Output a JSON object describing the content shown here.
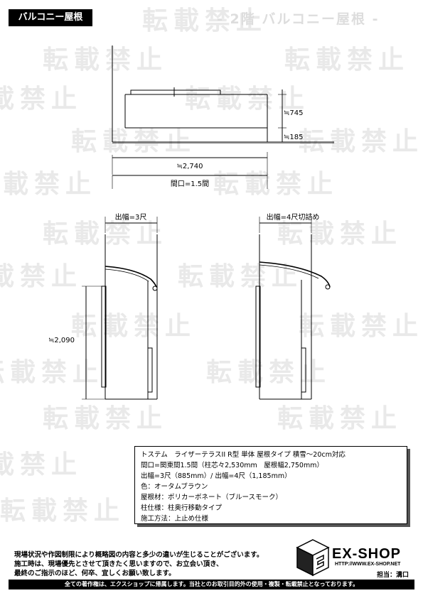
{
  "header": {
    "tab": "バルコニー屋根",
    "title": "- 2階 バルコニー屋根 -"
  },
  "watermark": "転載禁止",
  "top_view": {
    "dim_height": "≒745",
    "dim_base": "≒185",
    "dim_width": "≒2,740",
    "dim_opening": "間口=1.5間"
  },
  "side_view_left": {
    "label": "出幅=3尺",
    "dim_height": "≒2,090"
  },
  "side_view_right": {
    "label": "出幅=4尺切詰め"
  },
  "spec": {
    "lines": [
      "トステム　ライザーテラスII R型 単体 屋根タイプ 積雪～20cm対応",
      "間口=関東間1.5間（柱芯々2,530mm　屋根幅2,750mm）",
      "出幅=3尺（885mm）/ 出幅=4尺（1,185mm）",
      "色：オータムブラウン",
      "屋根材：ポリカーボネート（ブルースモーク）",
      "柱仕様：柱奥行移動タイプ",
      "施工方法：上止め仕様"
    ]
  },
  "notes": {
    "lines": [
      "現場状況や作図制限により概略図の内容と多少の違いが生じることがございます。",
      "施工時は、現場優先とさせて頂きたく思いますので、お立会い頂き、",
      "最終のご指示のほど、何卒、宜しくお願い致します。"
    ]
  },
  "logo": {
    "name": "EX-SHOP",
    "url": "HTTP://WWW.EX-SHOP.NET",
    "staff": "担当：溝口"
  },
  "footer": "全ての著作権は、エクスショップに帰属します。当社とのお取引目的外の使用・複製・転載禁止となっております。"
}
